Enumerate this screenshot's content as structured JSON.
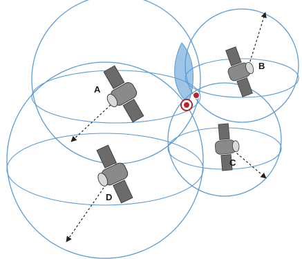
{
  "diagram": {
    "satellites": [
      {
        "id": "A",
        "label": "A"
      },
      {
        "id": "B",
        "label": "B"
      },
      {
        "id": "C",
        "label": "C"
      },
      {
        "id": "D",
        "label": "D"
      }
    ],
    "colors": {
      "sphere_stroke": "#5b9bd5",
      "overlap_fill": "#7fb2de",
      "position_marker": "#b3262d",
      "range_line": "#222222",
      "satellite_body": "#8a8a8a"
    },
    "icons": {
      "satellite": "satellite-icon",
      "position_marker": "location-marker-icon"
    }
  }
}
